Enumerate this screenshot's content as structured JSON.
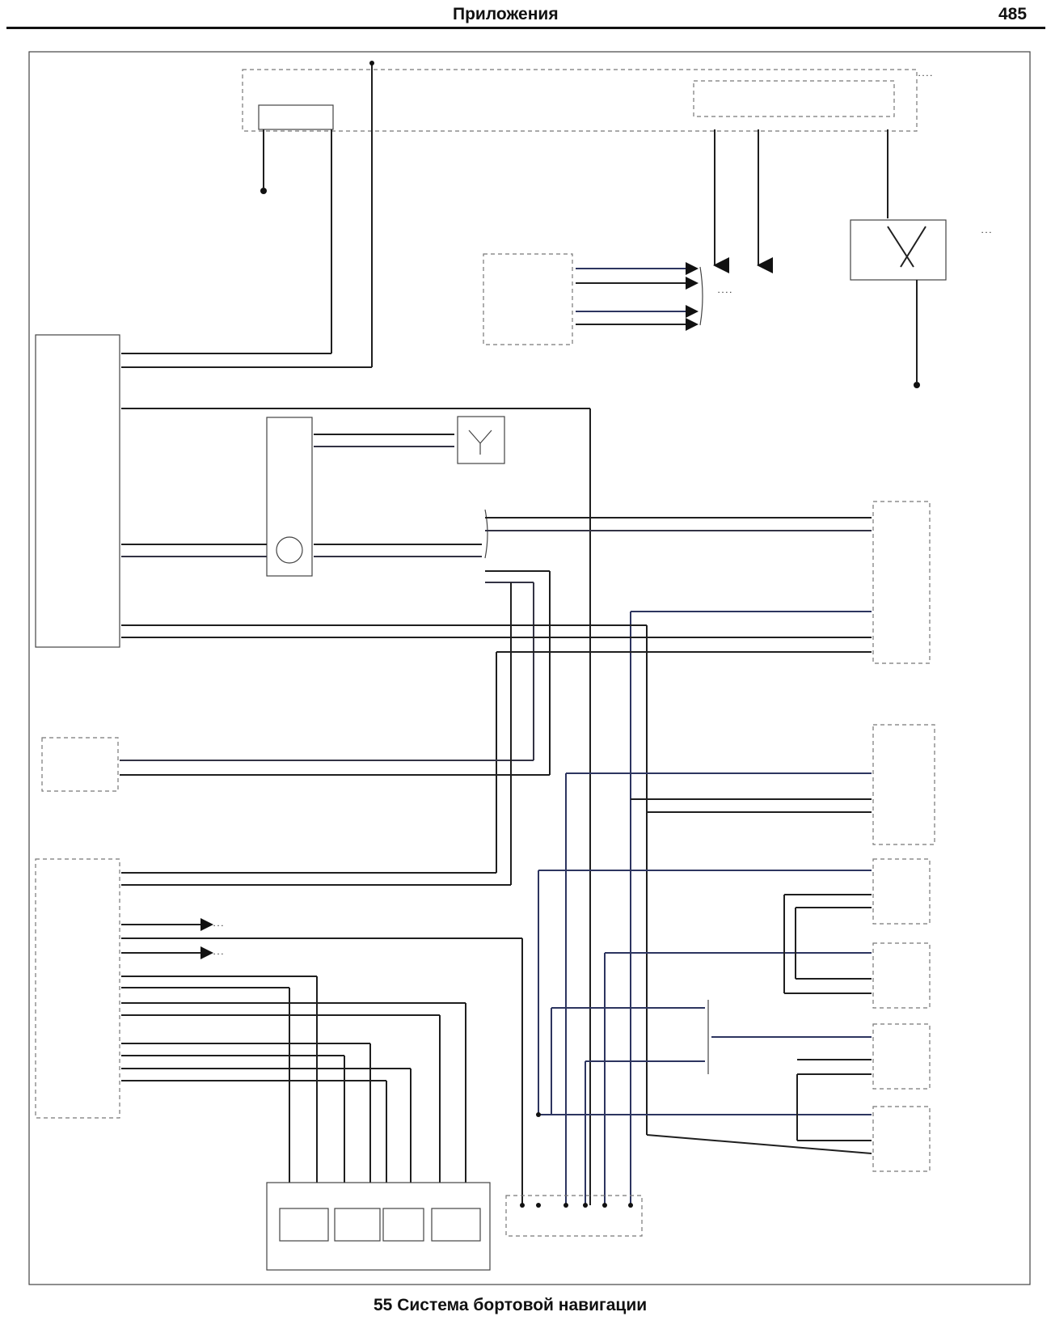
{
  "header": {
    "title": "Приложения",
    "page_number": "485"
  },
  "caption": "55 Система бортовой навигации",
  "colors": {
    "wire_dark": "#1f1f1f",
    "wire_blue": "#2d3560",
    "frame": "#444444"
  },
  "icons": [
    "gps-antenna-icon",
    "splitter-icon",
    "ground-icon",
    "arrow-icon"
  ]
}
